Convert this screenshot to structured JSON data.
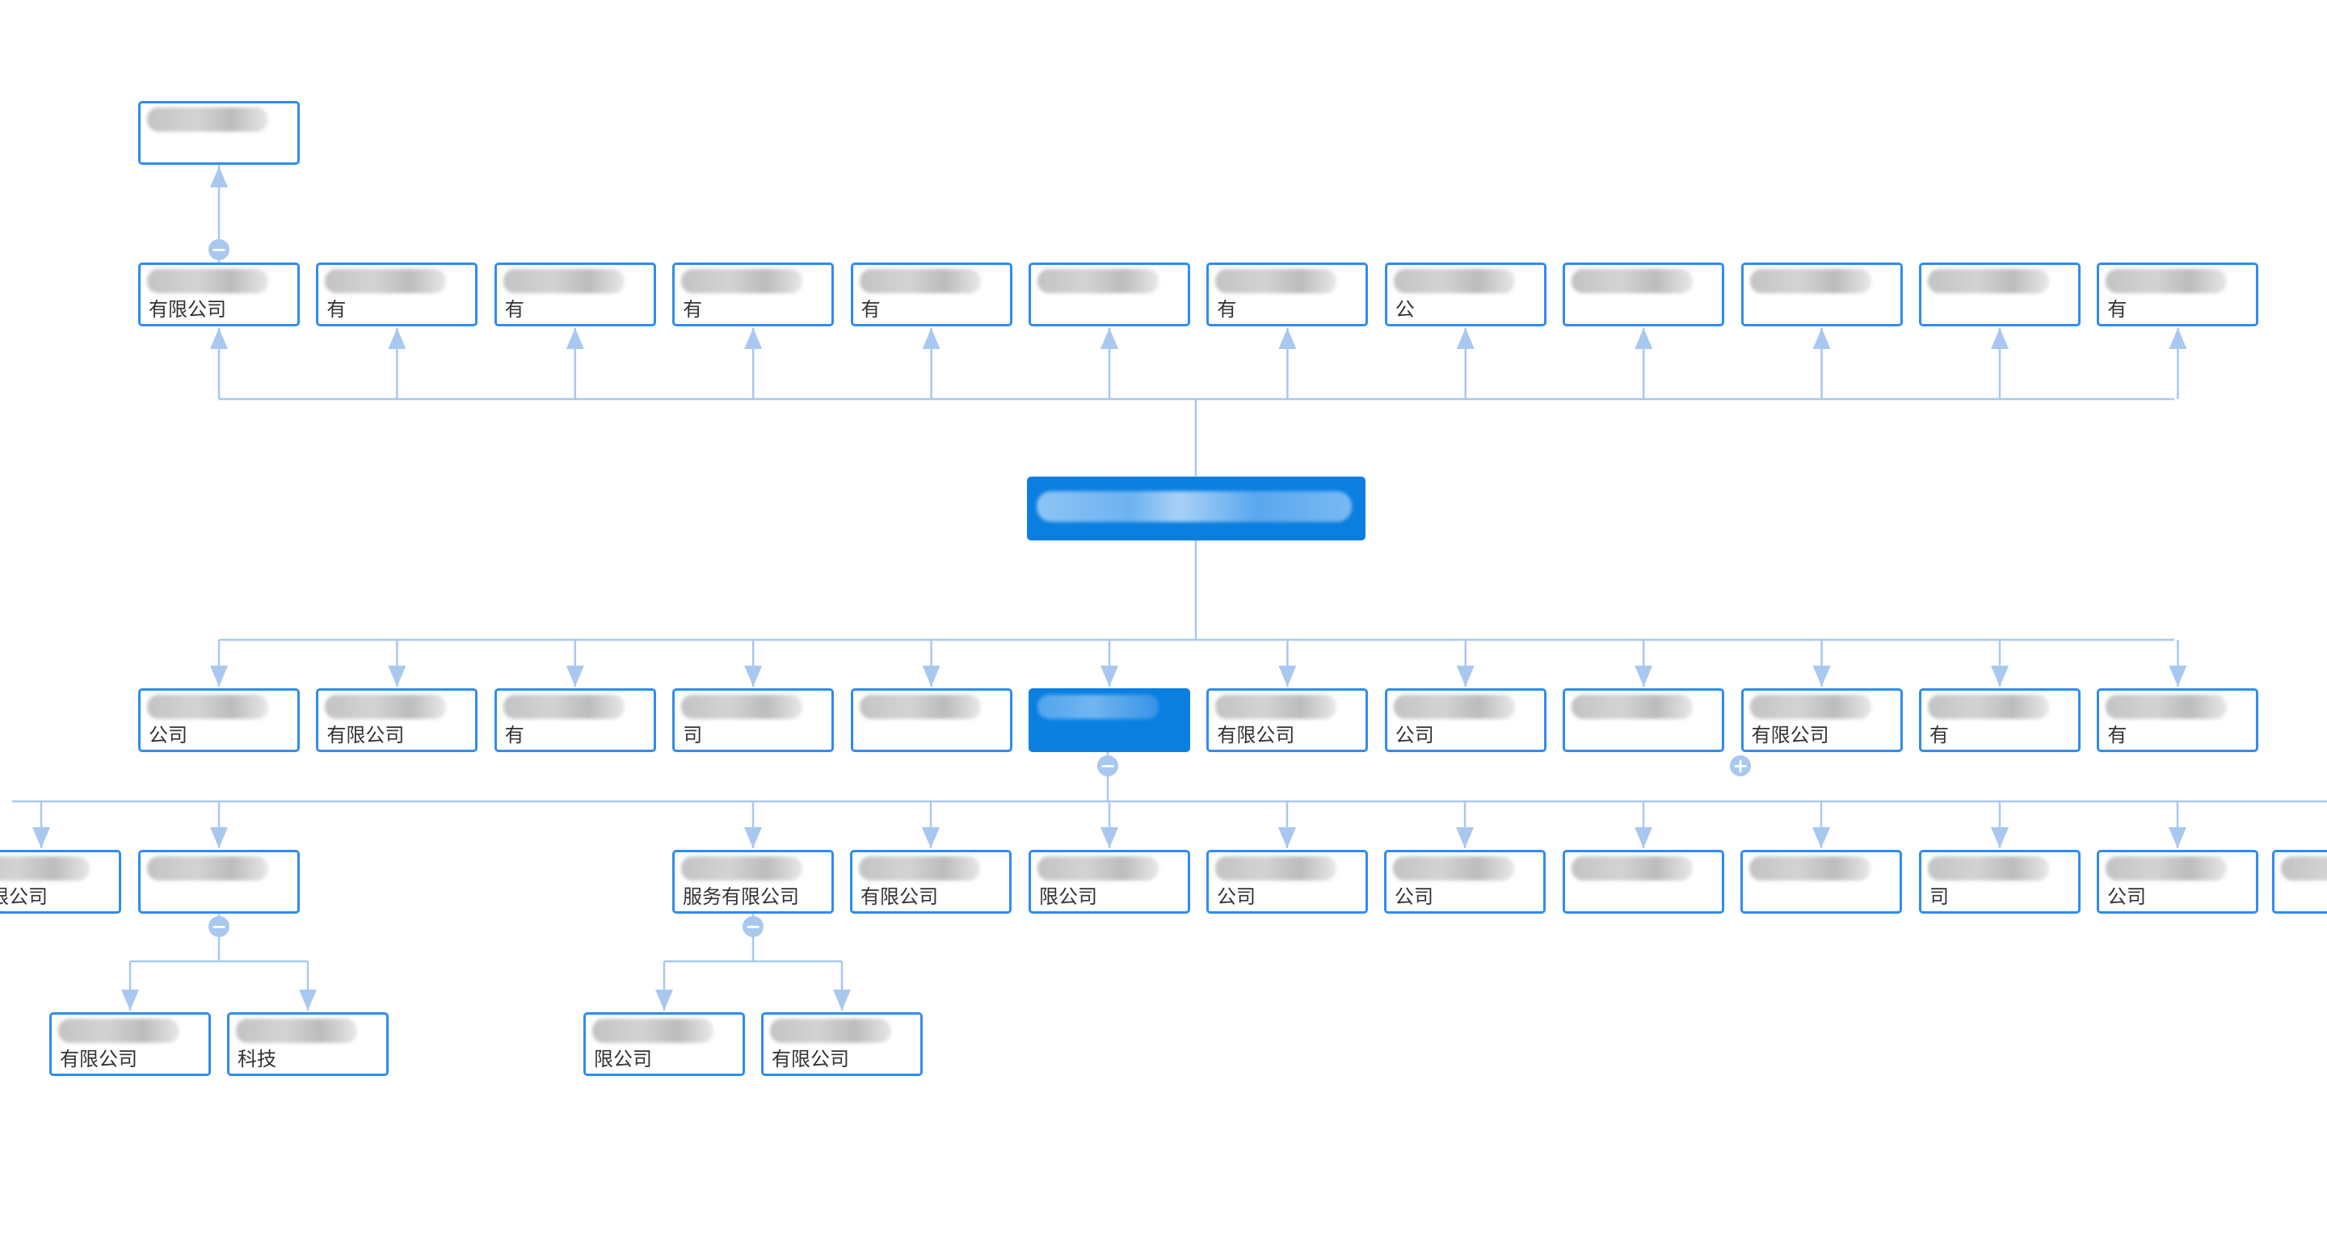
{
  "colors": {
    "node_border": "#2f8cf0",
    "active_fill": "#0a7fe0",
    "link": "#a8c8f0"
  },
  "root": {
    "label": ""
  },
  "parent_of_first": {
    "label": ""
  },
  "shareholders": [
    "有限公司",
    "有",
    "有",
    "有",
    "有",
    "",
    "有",
    "公",
    "",
    "",
    "",
    "有"
  ],
  "investments": [
    "公司",
    "有限公司",
    "有",
    "司",
    "",
    "",
    "有限公司",
    "公司",
    "",
    "有限公司",
    "有",
    "有"
  ],
  "level3": [
    "有限公司",
    "",
    "服务有限公司",
    "有限公司",
    "限公司",
    "公司",
    "公司",
    "",
    "",
    "司",
    "公司",
    ""
  ],
  "level4": [
    "有限公司",
    "科技",
    "限公司",
    "有限公司"
  ],
  "toggles": {
    "collapse": "−",
    "expand": "+"
  }
}
